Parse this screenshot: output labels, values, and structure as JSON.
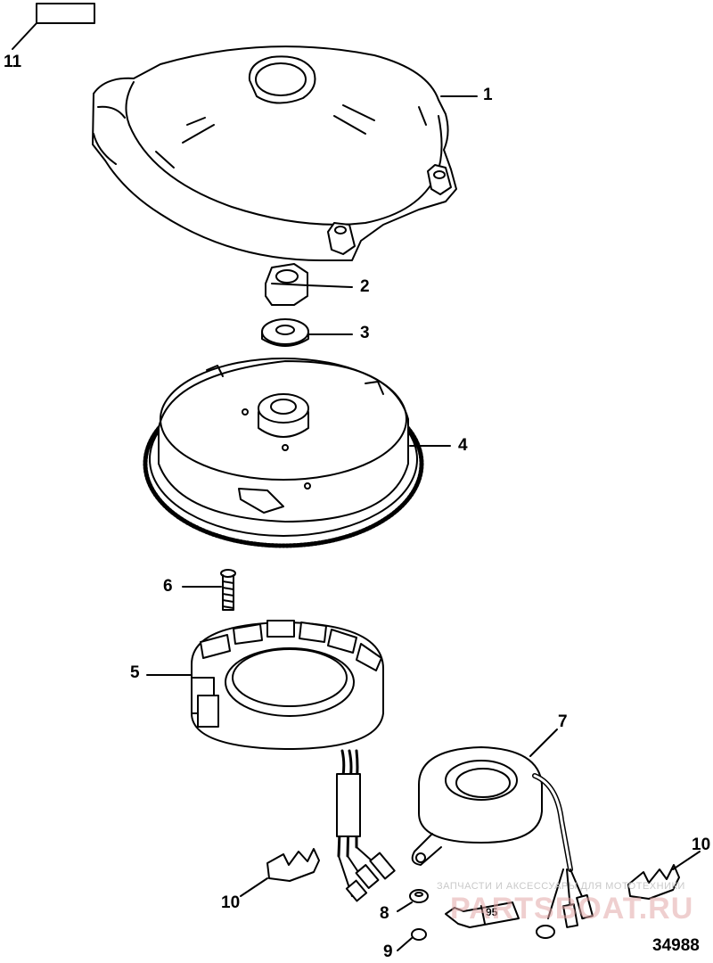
{
  "diagram": {
    "document_number": "34988",
    "callouts": {
      "c1": "1",
      "c2": "2",
      "c3": "3",
      "c4": "4",
      "c5": "5",
      "c6": "6",
      "c7": "7",
      "c8": "8",
      "c9": "9",
      "c10a": "10",
      "c10b": "10",
      "c11": "11"
    },
    "tube_label": "95",
    "watermark_text": "ЗАПЧАСТИ И АКСЕССУАРЫ ДЛЯ МОТОТЕХНИКИ",
    "watermark_logo": "PARTSBOAT.RU"
  }
}
